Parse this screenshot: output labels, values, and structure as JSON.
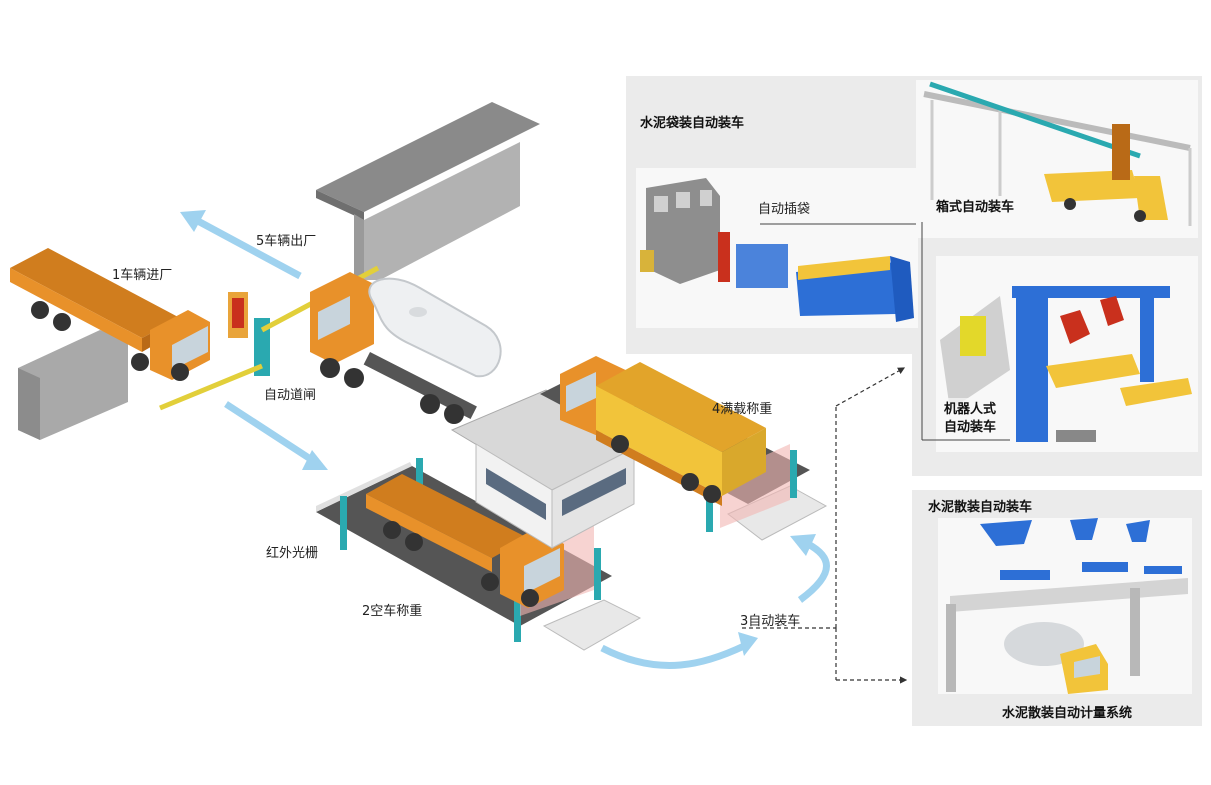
{
  "steps": {
    "enter": "1车辆进厂",
    "gate": "自动道闸",
    "exit": "5车辆出厂",
    "infrared": "红外光栅",
    "empty_weigh": "2空车称重",
    "loading": "3自动装车",
    "full_weigh": "4满载称重"
  },
  "panels": {
    "bag": {
      "title": "水泥袋装自动装车",
      "insert": "自动插袋",
      "box": "箱式自动装车",
      "robot_line1": "机器人式",
      "robot_line2": "自动装车"
    },
    "bulk": {
      "title": "水泥散装自动装车",
      "caption": "水泥散装自动计量系统"
    }
  },
  "colors": {
    "truck": "#e8912a",
    "truck_dark": "#b96a17",
    "arrow": "#9fd2ef",
    "scale_post": "#2aa9b0",
    "cargo": "#f2c43a",
    "robot_blue": "#2d6fd6"
  }
}
